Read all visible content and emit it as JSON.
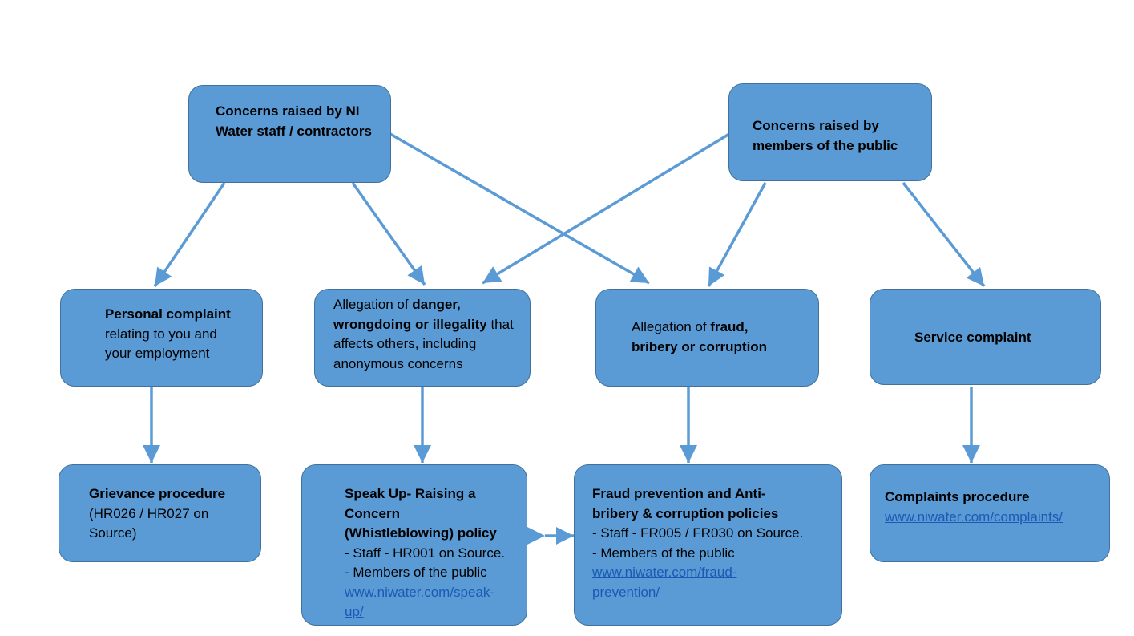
{
  "colors": {
    "box_fill": "#5b9bd5",
    "box_border": "#41719c",
    "arrow": "#5b9bd5",
    "link": "#1a5ab5"
  },
  "staff_source": {
    "line1": "Concerns raised by NI",
    "line2": "Water staff / contractors"
  },
  "public_source": {
    "line1": "Concerns raised by",
    "line2": "members of the public"
  },
  "personal": {
    "bold": "Personal complaint",
    "line2": "relating to you and",
    "line3": "your employment"
  },
  "danger": {
    "prefix": "Allegation of ",
    "bold1": "danger,",
    "bold2": "wrongdoing or illegality",
    "suffix": " that",
    "line3": "affects others, including",
    "line4": "anonymous concerns"
  },
  "fraud": {
    "prefix": "Allegation of ",
    "bold1": "fraud,",
    "bold2": "bribery or corruption"
  },
  "service": {
    "bold": "Service complaint"
  },
  "grievance": {
    "bold": "Grievance procedure",
    "line2": "(HR026 / HR027 on",
    "line3": "Source)"
  },
  "speakup": {
    "bold1": "Speak Up- Raising a",
    "bold2": "Concern",
    "bold3": "(Whistleblowing) policy",
    "line4": "- Staff - HR001 on Source.",
    "line5": "- Members of the public",
    "link1": "www.niwater.com/speak-",
    "link2": "up/"
  },
  "fraudpol": {
    "bold1": "Fraud prevention and Anti-",
    "bold2": "bribery & corruption policies",
    "line3": "- Staff - FR005 / FR030 on Source.",
    "line4": "- Members of the public",
    "link1": "www.niwater.com/fraud-",
    "link2": "prevention/"
  },
  "complaints": {
    "bold": "Complaints procedure",
    "link": "www.niwater.com/complaints/"
  }
}
